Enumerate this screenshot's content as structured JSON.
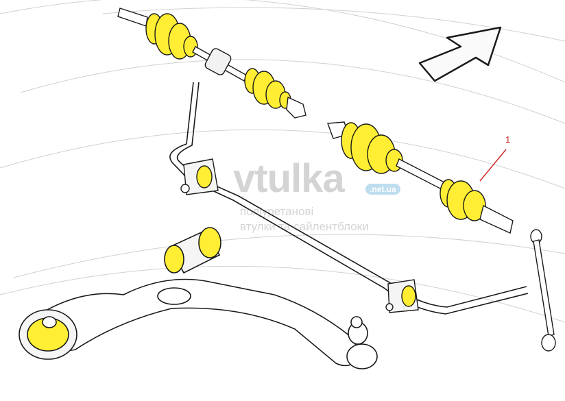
{
  "watermark": {
    "brand": "vtulka",
    "domain": ".net.ua",
    "tagline_line1": "поліуретанові",
    "tagline_line2": "втулки та сайлентблоки"
  },
  "callout": {
    "number": "1"
  },
  "colors": {
    "highlight": "#ffee33",
    "highlight_shadow": "#d9c400",
    "outline": "#1a1a1a",
    "guide_arc": "#d0d0d0",
    "callout": "#cc2222",
    "watermark": "#9a9a9a",
    "watermark_accent": "#f5b041"
  },
  "icons": {
    "direction": "direction-arrow-icon",
    "brand_mark": "vtulka-logo-icon"
  }
}
